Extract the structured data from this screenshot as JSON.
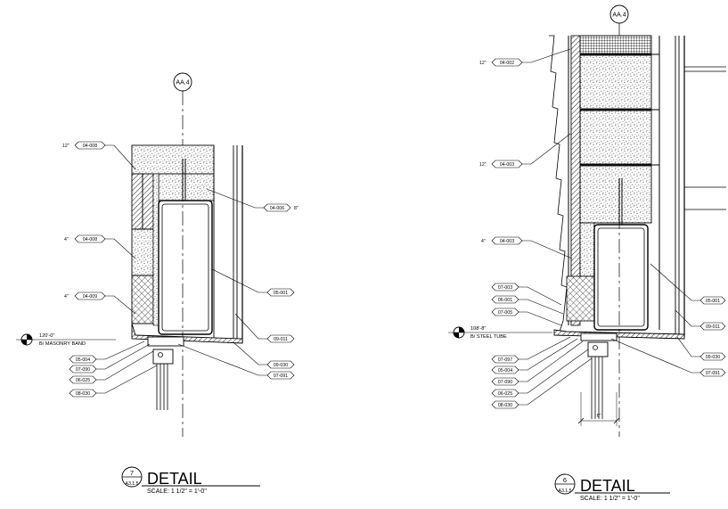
{
  "details": [
    {
      "grid": "AA.4",
      "title": "DETAIL",
      "number": "7",
      "sheet": "A3.1.5",
      "scale": "SCALE:  1 1/2\" = 1'-0\"",
      "level": {
        "elevation": "120'-0\"",
        "name": "B/ MASONRY BAND"
      },
      "callouts_left": [
        {
          "prefix": "12\"",
          "code": "04-008"
        },
        {
          "prefix": "4\"",
          "code": "04-008"
        },
        {
          "prefix": "4\"",
          "code": "04-009"
        }
      ],
      "callouts_bottom_left": [
        "05-004",
        "07-090",
        "06-025",
        "08-030"
      ],
      "callouts_right": [
        {
          "code": "04-006",
          "suffix": "8\""
        },
        {
          "code": "05-001",
          "suffix": ""
        },
        {
          "code": "09-011",
          "suffix": ""
        },
        {
          "code": "09-030",
          "suffix": ""
        },
        {
          "code": "07-091",
          "suffix": ""
        }
      ]
    },
    {
      "grid": "AA.4",
      "title": "DETAIL",
      "number": "6",
      "sheet": "A3.1.5",
      "scale": "SCALE:  1 1/2\" = 1'-0\"",
      "level": {
        "elevation": "108'-8\"",
        "name": "B/ STEEL TUBE"
      },
      "callouts_left": [
        {
          "prefix": "12\"",
          "code": "04-002"
        },
        {
          "prefix": "12\"",
          "code": "04-003"
        },
        {
          "prefix": "4\"",
          "code": "04-003"
        }
      ],
      "callouts_mid_left": [
        "07-003",
        "06-001",
        "07-005"
      ],
      "callouts_bottom_left": [
        "07-097",
        "05-004",
        "07-090",
        "06-025",
        "08-030"
      ],
      "callouts_right": [
        {
          "code": "05-001",
          "suffix": ""
        },
        {
          "code": "09-011",
          "suffix": ""
        },
        {
          "code": "09-030",
          "suffix": ""
        },
        {
          "code": "07-091",
          "suffix": ""
        }
      ],
      "dimension": "6\""
    }
  ]
}
